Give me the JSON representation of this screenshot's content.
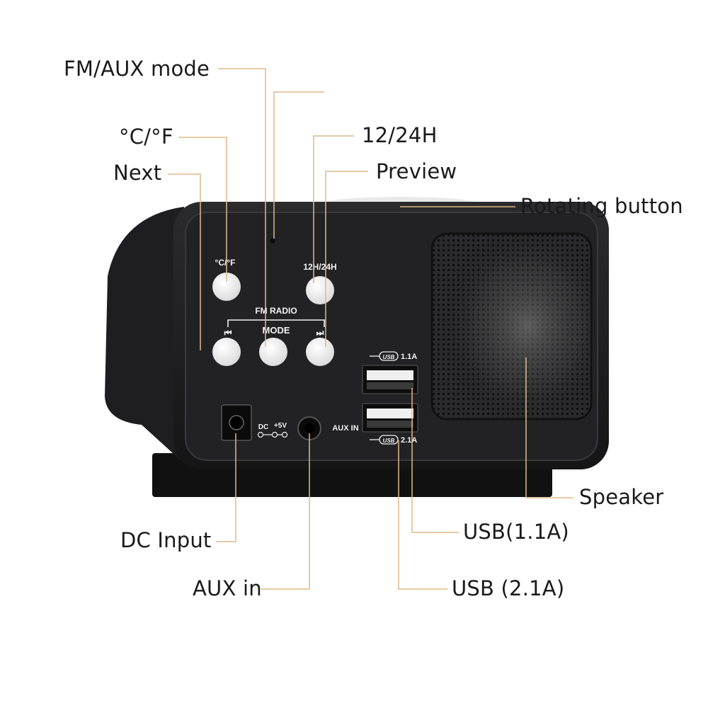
{
  "colors": {
    "leader_line": "#e0b98a",
    "body_dark": "#1c1c1e",
    "panel": "#232325",
    "button": "#f4f4f4",
    "knob": "#c9c9c9"
  },
  "callouts": {
    "fm_aux_mode": "FM/AUX mode",
    "celsius_fahrenheit": "°C/°F",
    "next": "Next",
    "hour_format": "12/24H",
    "preview": "Preview",
    "rotating_button": "Rotating button",
    "speaker": "Speaker",
    "usb_1a": "USB(1.1A)",
    "dc_input": "DC Input",
    "aux_in": "AUX in",
    "usb_2a": "USB (2.1A)"
  },
  "device_labels": {
    "temp_button": "°C/°F",
    "hour_button": "12H/24H",
    "fm_radio": "FM RADIO",
    "mode": "MODE",
    "prev_symbol": "⏮",
    "next_symbol": "⏭",
    "usb_top_logo": "USB",
    "usb_top_rating": "1.1A",
    "usb_bottom_logo": "USB",
    "usb_bottom_rating": "2.1A",
    "dc": "DC",
    "dc_voltage": "+5V",
    "aux_port": "AUX IN"
  }
}
